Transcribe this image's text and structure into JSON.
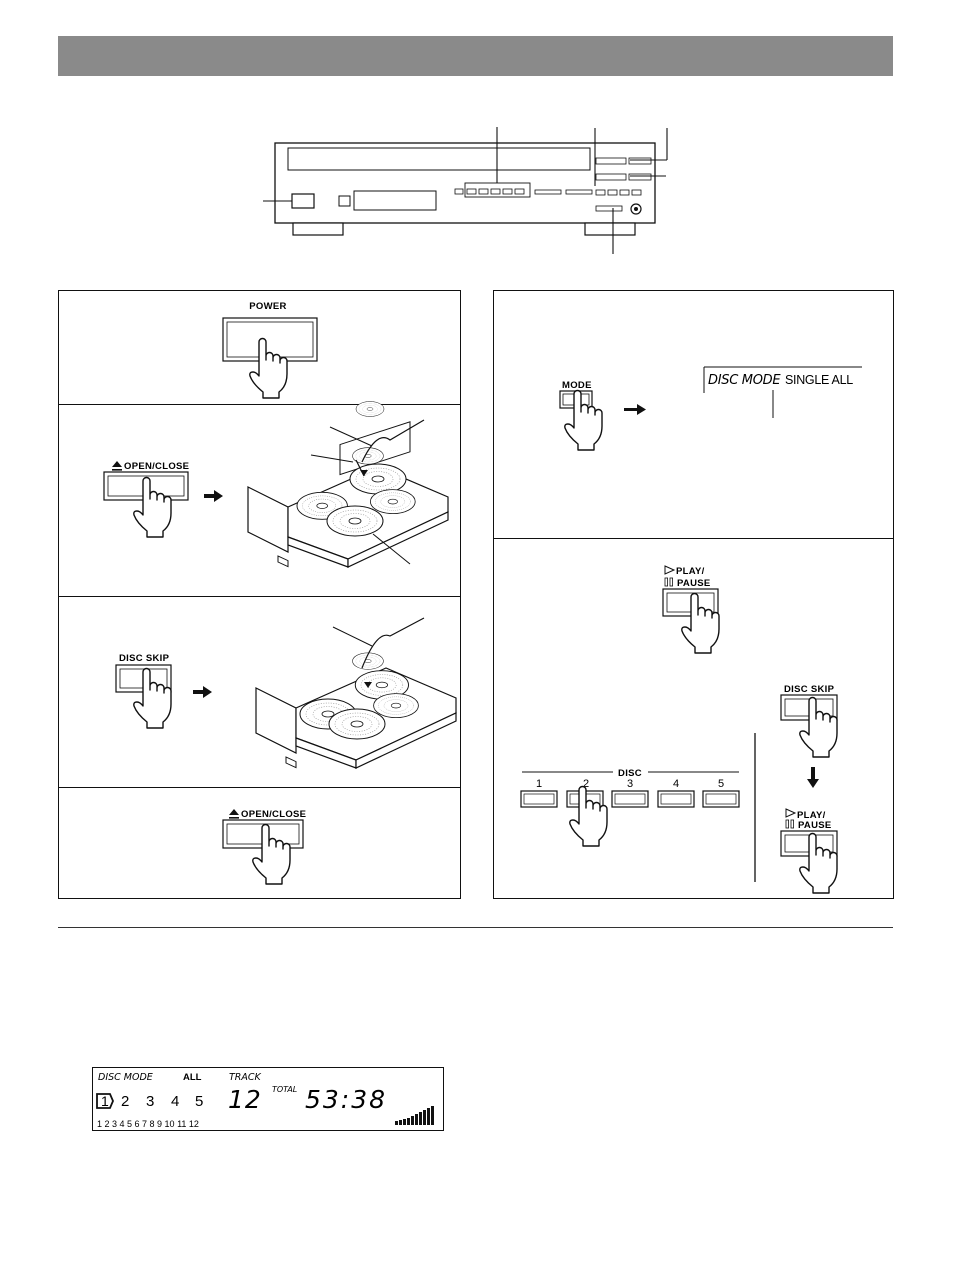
{
  "panels": {
    "power": {
      "label": "POWER"
    },
    "open_close": {
      "label": "OPEN/CLOSE"
    },
    "disc_skip": {
      "label": "DISC SKIP"
    },
    "open_close_2": {
      "label": "OPEN/CLOSE"
    },
    "mode": {
      "label": "MODE",
      "display_left": "DISC MODE",
      "display_right": "SINGLE ALL"
    },
    "play_pause": {
      "line1": "PLAY/",
      "line2": "PAUSE"
    },
    "disc_group": {
      "title": "DISC",
      "numbers": [
        "1",
        "2",
        "3",
        "4",
        "5"
      ]
    },
    "disc_skip_2": {
      "label": "DISC SKIP"
    },
    "play_pause_2": {
      "line1": "PLAY/",
      "line2": "PAUSE"
    }
  },
  "lcd": {
    "disc_mode": "DISC MODE",
    "all": "ALL",
    "track_label": "TRACK",
    "disc_current": "1",
    "discs": [
      "2",
      "3",
      "4",
      "5"
    ],
    "track": "12",
    "total_label": "TOTAL",
    "time": "53:38",
    "track_numbers": "1 2 3 4 5 6 7 8 9 10 11 12"
  },
  "icons": [
    "hand-press-icon",
    "arrow-right-icon",
    "arrow-down-icon",
    "play-triangle-icon",
    "pause-bars-icon",
    "eject-icon"
  ]
}
